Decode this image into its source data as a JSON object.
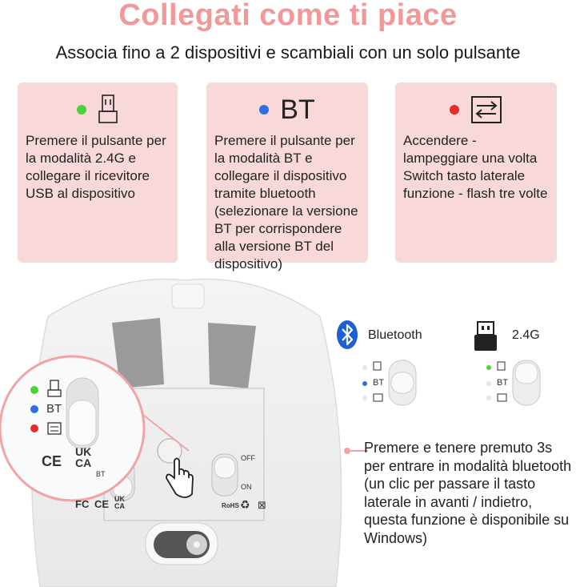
{
  "title": "Collegati come ti piace",
  "subtitle": "Associa fino a 2 dispositivi e scambiali con un solo pulsante",
  "cards": [
    {
      "dot_color": "#4cd137",
      "icon": "usb-receiver-icon",
      "label": "",
      "text": "Premere il pulsante per la modalità 2.4G e collegare il ricevitore USB al dispositivo"
    },
    {
      "dot_color": "#2f6fe0",
      "icon": "",
      "label": "BT",
      "text": "Premere il pulsante per la modalità BT e collegare il dispositivo tramite bluetooth (selezionare la versione BT per corrispondere alla versione BT del dispositivo)"
    },
    {
      "dot_color": "#e52b2b",
      "icon": "switch-arrows-icon",
      "label": "",
      "text": "Accendere - lampeggiare una volta Switch tasto laterale funzione - flash tre volte"
    }
  ],
  "legend": {
    "bluetooth_label": "Bluetooth",
    "g24_label": "2.4G",
    "bt_mark": "BT"
  },
  "mouse_labels": {
    "bt": "BT",
    "off": "OFF",
    "on": "ON",
    "fc": "FC",
    "ce": "CE",
    "ukca_top": "UK",
    "ukca_bottom": "CA",
    "rohs": "RoHS"
  },
  "note": "Premere e tenere premuto 3s per entrare in modalità bluetooth (un clic per passare il tasto laterale in avanti / indietro, questa funzione è disponibile su Windows)",
  "colors": {
    "title": "#f2989a",
    "card_bg": "#f9d8d9",
    "green": "#4cd137",
    "blue": "#2f6fe0",
    "red": "#e52b2b"
  }
}
